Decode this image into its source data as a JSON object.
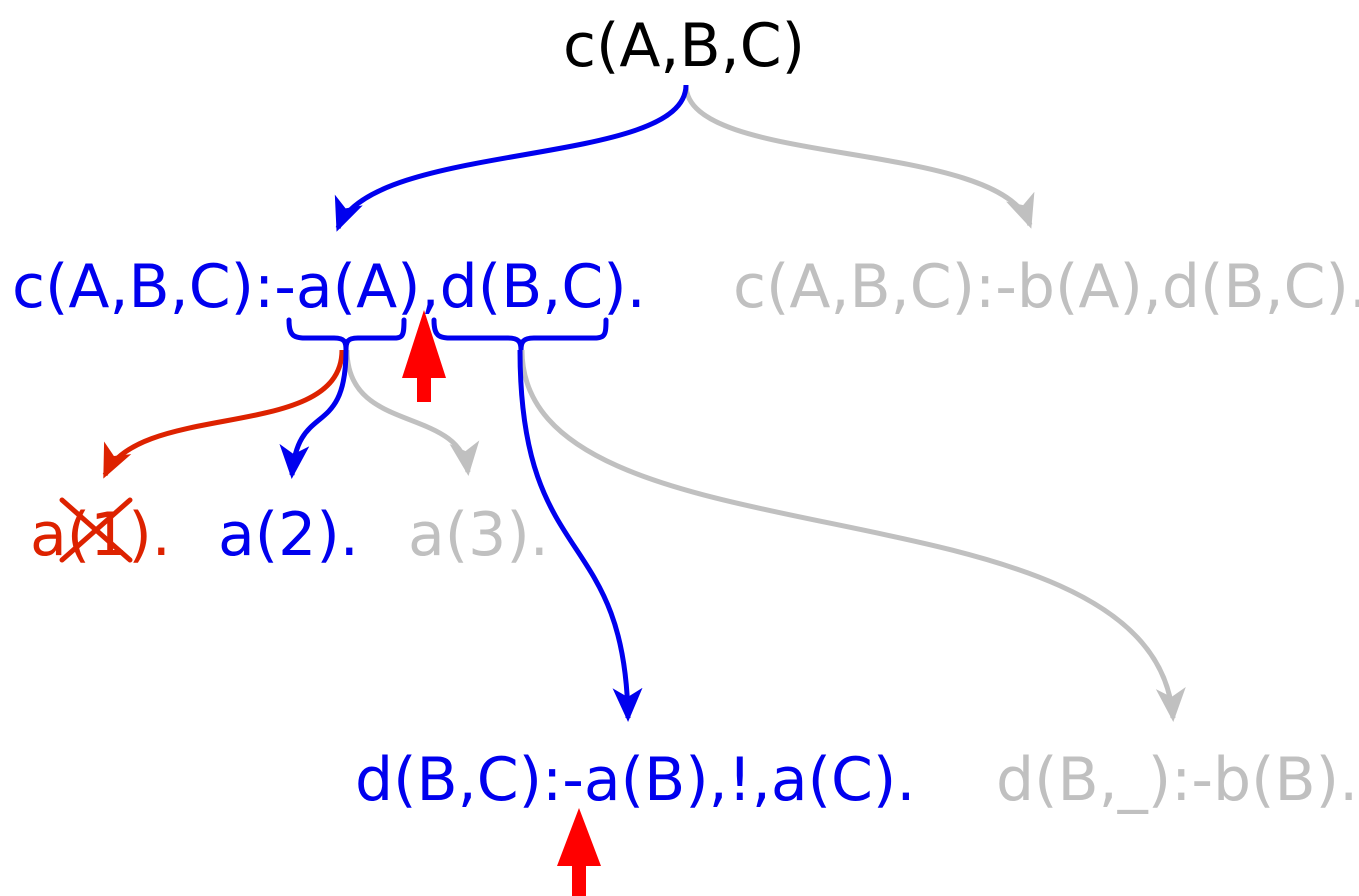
{
  "diagram": {
    "root": {
      "label": "c(A,B,C)"
    },
    "clauses": {
      "c_first": {
        "label": "c(A,B,C):-a(A),d(B,C).",
        "state": "active"
      },
      "c_second": {
        "label": "c(A,B,C):-b(A),d(B,C).",
        "state": "untried"
      },
      "d_first": {
        "label": "d(B,C):-a(B),!,a(C).",
        "state": "active"
      },
      "d_second": {
        "label": "d(B,_):-b(B).",
        "state": "untried"
      }
    },
    "facts": [
      {
        "label": "a(1).",
        "state": "failed"
      },
      {
        "label": "a(2).",
        "state": "active"
      },
      {
        "label": "a(3).",
        "state": "untried"
      }
    ],
    "colors": {
      "root": "#000000",
      "active": "#0000ee",
      "untried": "#c0c0c0",
      "failed": "#dd2200",
      "pointer": "#ff0000",
      "background": "#ffffff"
    },
    "icons": {
      "cross": "cross-icon",
      "pointer": "up-arrow-icon"
    }
  }
}
